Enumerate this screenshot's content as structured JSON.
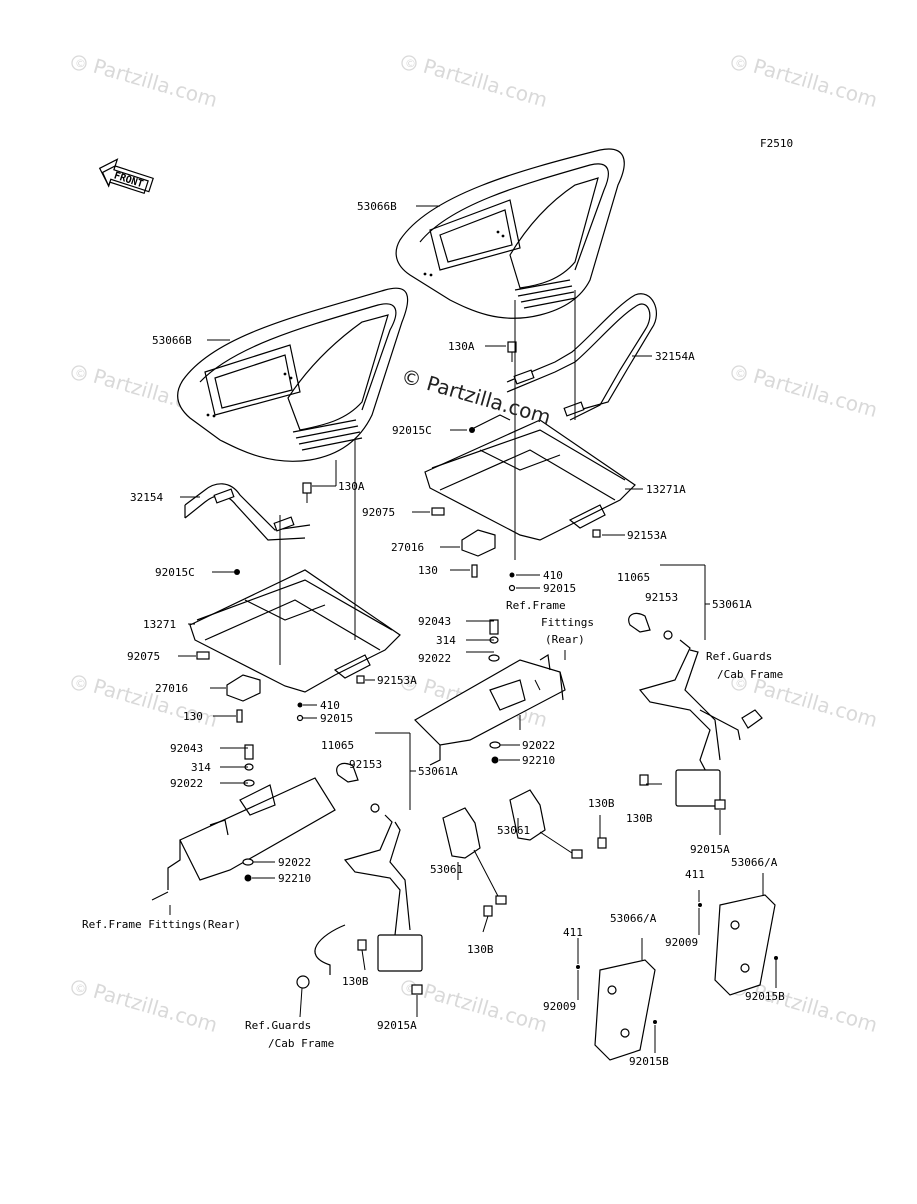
{
  "diagram": {
    "figure_code": "F2510",
    "front_label": "FRONT",
    "watermark_text": "Partzilla.com",
    "watermark_center": "© Partzilla.com",
    "copyright_symbol": "©",
    "labels": {
      "seat_upper": "53066B",
      "seat_lower": "53066B",
      "bolt_upper": "130A",
      "bar_upper": "32154A",
      "nut_upper": "92015C",
      "frame_upper": "13271A",
      "bolt_lower": "130A",
      "bar_lower": "32154",
      "pad_upper": "92075",
      "screw_upper": "92153A",
      "bracket_upper": "27016",
      "bolt_upper_small": "130",
      "washer_upper_410": "410",
      "washer_upper_92015": "92015",
      "ref_frame_upper_1": "Ref.Frame",
      "ref_frame_upper_2": "Fittings",
      "ref_frame_upper_3": "(Rear)",
      "nut_lower": "92015C",
      "cover_upper": "11065",
      "screw_belt_upper": "92153",
      "belt_upper": "53061A",
      "bolt_92043_upper": "92043",
      "washer_314_upper": "314",
      "washer_92022_upper": "92022",
      "frame_lower": "13271",
      "ref_guards_upper_1": "Ref.Guards",
      "ref_guards_upper_2": "/Cab Frame",
      "pad_lower": "92075",
      "screw_lower": "92153A",
      "bracket_lower": "27016",
      "washer_lower_410": "410",
      "bolt_lower_small": "130",
      "washer_lower_92015": "92015",
      "washer_92022_mid": "92022",
      "washer_92210_mid": "92210",
      "bolt_92043_lower": "92043",
      "cover_lower": "11065",
      "belt_lower": "53061A",
      "washer_314_lower": "314",
      "screw_belt_lower": "92153",
      "washer_92022_lower": "92022",
      "buckle_upper": "53061",
      "bolt_130b_right": "130B",
      "bolt_130b_right2": "130B",
      "nut_92015a_right": "92015A",
      "washer_92022_lower2": "92022",
      "washer_92210_lower": "92210",
      "buckle_lower": "53061",
      "ref_frame_lower": "Ref.Frame Fittings(Rear)",
      "bolt_130b_mid": "130B",
      "bolt_130b_lower": "130B",
      "ref_guards_lower_1": "Ref.Guards",
      "ref_guards_lower_2": "/Cab Frame",
      "nut_92015a_lower": "92015A",
      "back_upper": "53066/A",
      "screw_411_upper": "411",
      "clip_92009_upper": "92009",
      "nut_92015b_upper": "92015B",
      "back_lower": "53066/A",
      "screw_411_lower": "411",
      "clip_92009_lower": "92009",
      "nut_92015b_lower": "92015B"
    }
  }
}
